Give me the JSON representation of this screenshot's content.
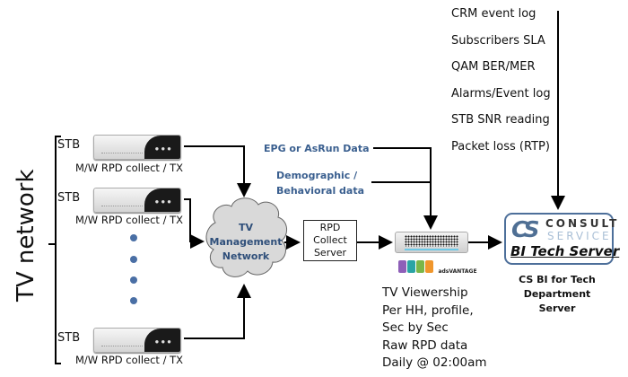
{
  "diagram": {
    "side_label": "TV network",
    "stb_units": [
      {
        "label": "STB",
        "caption": "M/W RPD collect / TX"
      },
      {
        "label": "STB",
        "caption": "M/W RPD collect / TX"
      },
      {
        "label": "STB",
        "caption": "M/W RPD collect / TX"
      }
    ],
    "ellipsis_dots": 4,
    "cloud": {
      "lines": [
        "TV",
        "Management",
        "Network"
      ]
    },
    "rpd_server": {
      "lines": [
        "RPD",
        "Collect",
        "Server"
      ]
    },
    "external_inputs": {
      "epg": "EPG or AsRun Data",
      "demographic": [
        "Demographic /",
        "Behavioral data"
      ]
    },
    "ads_logo": {
      "text": "adsVANTAGE",
      "people_colors": [
        "#8e5fb8",
        "#2aa4a4",
        "#7ab648",
        "#f0962c"
      ]
    },
    "viewership_notes": [
      "TV Viewership",
      "Per HH, profile,",
      "Sec by Sec",
      "Raw RPD data",
      "Daily @ 02:00am"
    ],
    "tech_sources": [
      "CRM event log",
      "Subscribers SLA",
      "QAM BER/MER",
      "Alarms/Event log",
      "STB SNR reading",
      "Packet loss (RTP)"
    ],
    "bi_server": {
      "logo_initials": "CS",
      "logo_word1": "CONSULT",
      "logo_word2": "SERVICE",
      "title": "BI Tech Server",
      "caption": [
        "CS BI for Tech",
        "Department",
        "Server"
      ]
    },
    "colors": {
      "accent_blue": "#3a5f8f",
      "box_border": "#4d6f9a",
      "cloud_fill": "#d9d9d9"
    }
  }
}
